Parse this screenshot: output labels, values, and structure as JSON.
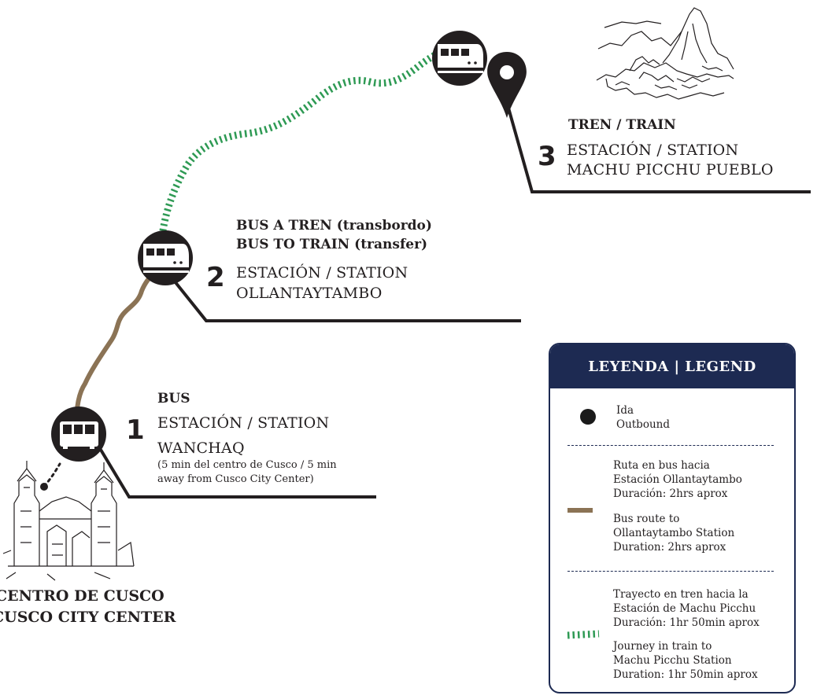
{
  "colors": {
    "ink": "#231f20",
    "bus_route": "#8b7355",
    "train_route": "#2e9a54",
    "legend_navy": "#1d2a52"
  },
  "stops": [
    {
      "number": "1",
      "icon": "bus-icon",
      "title": "BUS",
      "line1": "ESTACIÓN / STATION",
      "line2": "WANCHAQ",
      "note1": "(5 min del centro de Cusco / 5 min",
      "note2": "away from Cusco City Center)"
    },
    {
      "number": "2",
      "icon": "train-icon",
      "title1": "BUS A TREN (transbordo)",
      "title2": "BUS TO TRAIN (transfer)",
      "line1": "ESTACIÓN / STATION",
      "line2": "OLLANTAYTAMBO"
    },
    {
      "number": "3",
      "icon": "train-icon",
      "title": "TREN / TRAIN",
      "line1": "ESTACIÓN / STATION",
      "line2": "MACHU PICCHU PUEBLO"
    }
  ],
  "origin": {
    "line1": "CENTRO DE CUSCO",
    "line2": "CUSCO CITY CENTER"
  },
  "legend": {
    "title": "LEYENDA | LEGEND",
    "outbound": [
      "Ida",
      "Outbound"
    ],
    "bus_route_es": [
      "Ruta en bus hacia",
      "Estación Ollantaytambo",
      "Duración: 2hrs aprox"
    ],
    "bus_route_en": [
      "Bus route to",
      "Ollantaytambo Station",
      "Duration: 2hrs aprox"
    ],
    "train_route_es": [
      "Trayecto en tren hacia la",
      "Estación de Machu Picchu",
      "Duración: 1hr 50min aprox"
    ],
    "train_route_en": [
      "Journey in train to",
      "Machu Picchu Station",
      "Duration: 1hr 50min aprox"
    ]
  }
}
